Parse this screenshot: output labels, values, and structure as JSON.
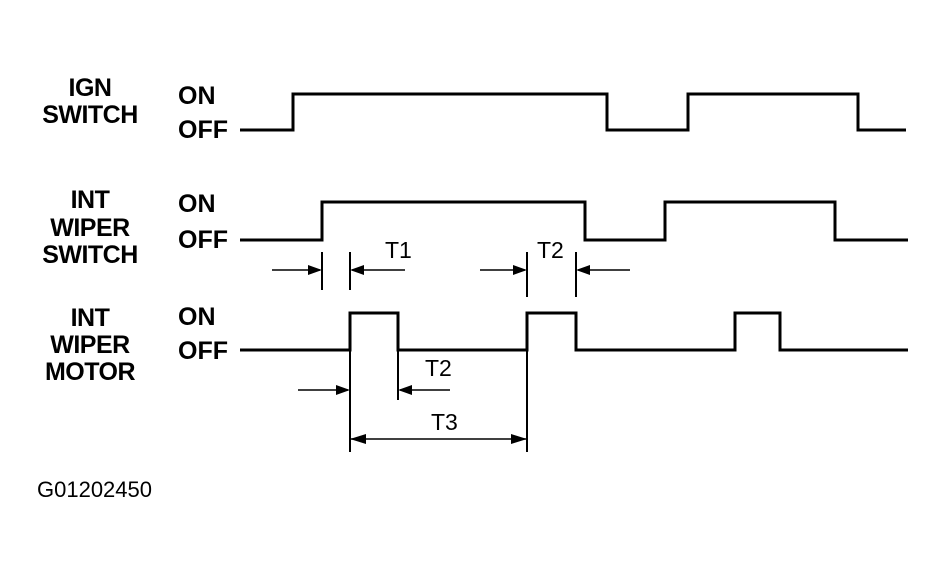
{
  "signals": [
    {
      "id": "ign",
      "label_lines": [
        "IGN",
        "SWITCH"
      ],
      "on_label": "ON",
      "off_label": "OFF"
    },
    {
      "id": "switch",
      "label_lines": [
        "INT",
        "WIPER",
        "SWITCH"
      ],
      "on_label": "ON",
      "off_label": "OFF"
    },
    {
      "id": "motor",
      "label_lines": [
        "INT",
        "WIPER",
        "MOTOR"
      ],
      "on_label": "ON",
      "off_label": "OFF"
    }
  ],
  "dimensions": {
    "t1": "T1",
    "t2_switch": "T2",
    "t2_motor": "T2",
    "t3": "T3"
  },
  "figure_code": "G01202450"
}
